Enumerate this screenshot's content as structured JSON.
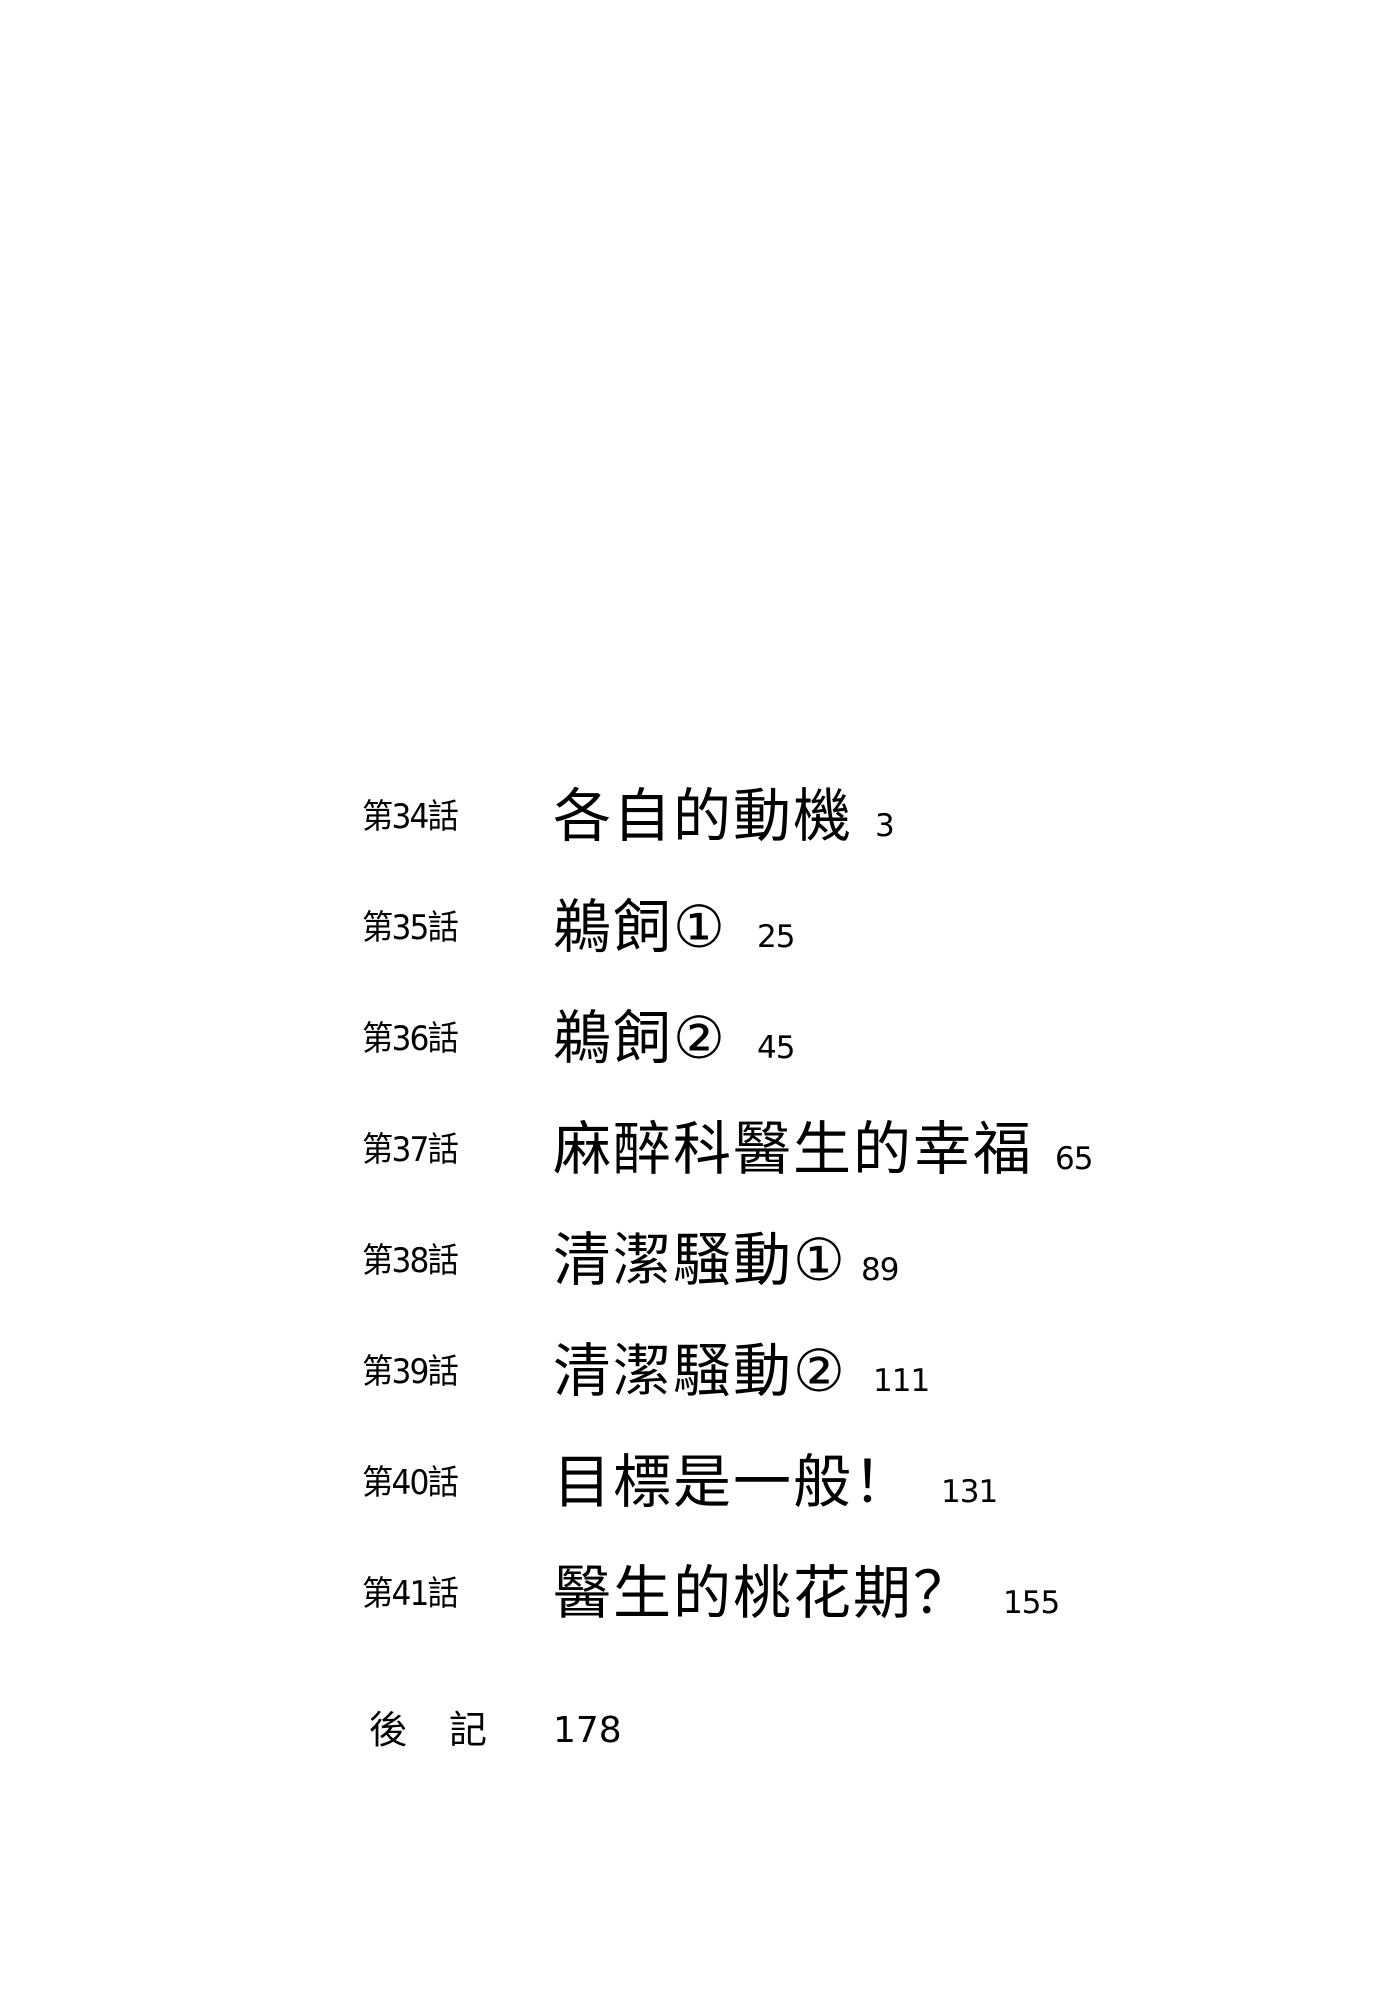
{
  "toc": {
    "chapters": [
      {
        "label": "第34話",
        "title": "各自的動機",
        "page": "3"
      },
      {
        "label": "第35話",
        "title": "鵜飼①",
        "page": "25"
      },
      {
        "label": "第36話",
        "title": "鵜飼②",
        "page": "45"
      },
      {
        "label": "第37話",
        "title": "麻醉科醫生的幸福",
        "page": "65"
      },
      {
        "label": "第38話",
        "title": "清潔騷動①",
        "page": "89"
      },
      {
        "label": "第39話",
        "title": "清潔騷動②",
        "page": "111"
      },
      {
        "label": "第40話",
        "title": "目標是一般！",
        "page": "131"
      },
      {
        "label": "第41話",
        "title": "醫生的桃花期？",
        "page": "155"
      }
    ],
    "afterword": {
      "label": "後記",
      "page": "178"
    }
  },
  "colors": {
    "background": "#ffffff",
    "text": "#000000"
  }
}
